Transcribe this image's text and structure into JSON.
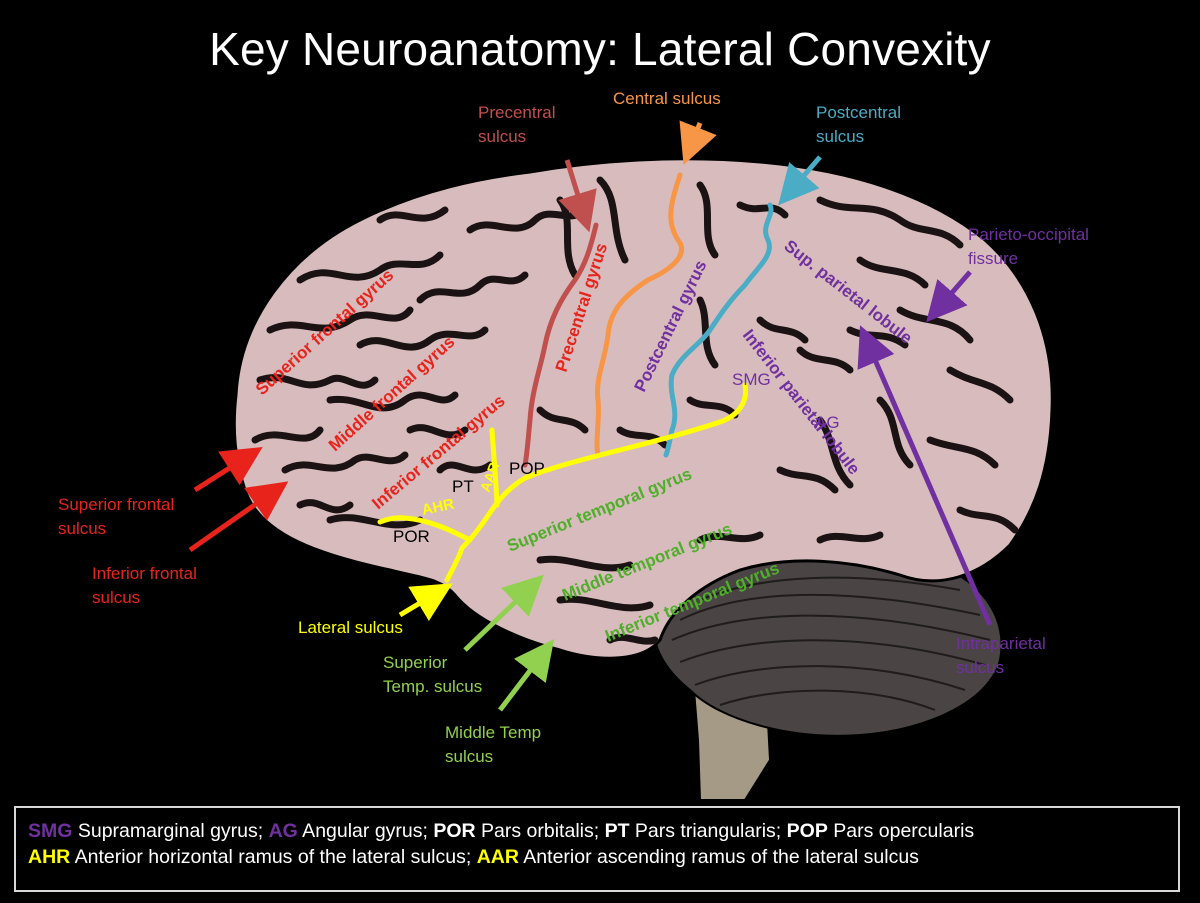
{
  "title": "Key Neuroanatomy: Lateral Convexity",
  "colors": {
    "background": "#000000",
    "brain": "#d8bcbd",
    "sulcus_dark": "#1a1213",
    "cerebellum": "#4a4444",
    "brainstem": "#a59a86",
    "red": "#e8231c",
    "dark_red": "#c0504d",
    "orange": "#f79646",
    "cyan": "#4bacc6",
    "purple": "#7030a0",
    "yellow": "#ffff00",
    "green": "#4fae2a",
    "light_green": "#92d050"
  },
  "callouts": {
    "precentral_sulcus": [
      "Precentral",
      "sulcus"
    ],
    "central_sulcus": [
      "Central sulcus"
    ],
    "postcentral_sulcus": [
      "Postcentral",
      "sulcus"
    ],
    "parieto_occipital_fissure": [
      "Parieto-occipital",
      "fissure"
    ],
    "superior_frontal_sulcus": [
      "Superior frontal",
      "sulcus"
    ],
    "inferior_frontal_sulcus": [
      "Inferior frontal",
      "sulcus"
    ],
    "lateral_sulcus": [
      "Lateral sulcus"
    ],
    "superior_temp_sulcus": [
      "Superior",
      "Temp. sulcus"
    ],
    "middle_temp_sulcus": [
      "Middle Temp",
      "sulcus"
    ],
    "intraparietal_sulcus": [
      "Intraparietal",
      "sulcus"
    ]
  },
  "region_labels": {
    "superior_frontal_gyrus": "Superior frontal gyrus",
    "middle_frontal_gyrus": "Middle frontal gyrus",
    "inferior_frontal_gyrus": "Inferior frontal gyrus",
    "precentral_gyrus": "Precentral gyrus",
    "postcentral_gyrus": "Postcentral gyrus",
    "sup_parietal_lobule": "Sup. parietal lobule",
    "inferior_parietal_lobule": "Inferior parietal lobule",
    "superior_temporal_gyrus": "Superior temporal gyrus",
    "middle_temporal_gyrus": "Middle temporal gyrus",
    "inferior_temporal_gyrus": "Inferior temporal gyrus",
    "smg": "SMG",
    "ag": "AG",
    "pop": "POP",
    "pt": "PT",
    "aar": "AAR",
    "ahr": "AHR",
    "por": "POR"
  },
  "legend": {
    "line1": [
      {
        "abbr": "SMG",
        "text": " Supramarginal gyrus; ",
        "color": "#7030a0"
      },
      {
        "abbr": "AG",
        "text": " Angular gyrus; ",
        "color": "#7030a0"
      },
      {
        "abbr": "POR",
        "text": " Pars orbitalis; ",
        "color": "#ffffff"
      },
      {
        "abbr": "PT",
        "text": " Pars triangularis; ",
        "color": "#ffffff"
      },
      {
        "abbr": "POP",
        "text": " Pars opercularis",
        "color": "#ffffff"
      }
    ],
    "line2": [
      {
        "abbr": "AHR",
        "text": " Anterior horizontal ramus of the lateral sulcus;  ",
        "color": "#ffff00"
      },
      {
        "abbr": "AAR",
        "text": " Anterior ascending ramus of the lateral sulcus",
        "color": "#ffff00"
      }
    ]
  }
}
